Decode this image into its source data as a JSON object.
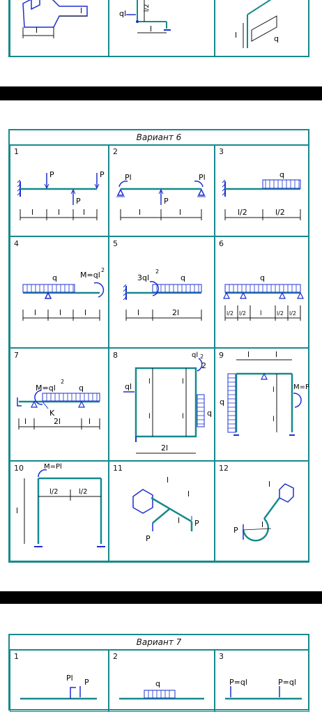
{
  "top_sheet": {
    "labels": {
      "l_a": "l",
      "l_b": "l",
      "ql": "ql",
      "l2": "l/2",
      "l_c": "l",
      "l_d": "l",
      "q": "q"
    }
  },
  "variant6": {
    "title": "Вариант  6",
    "cells": [
      {
        "n": "1",
        "labels": [
          "P",
          "P",
          "P",
          "l",
          "l",
          "l"
        ]
      },
      {
        "n": "2",
        "labels": [
          "Pl",
          "Pl",
          "P",
          "l",
          "l"
        ]
      },
      {
        "n": "3",
        "labels": [
          "q",
          "l/2",
          "l/2"
        ]
      },
      {
        "n": "4",
        "labels": [
          "q",
          "M=ql",
          "2",
          "l",
          "l",
          "l"
        ]
      },
      {
        "n": "5",
        "labels": [
          "3ql",
          "2",
          "q",
          "l",
          "2l"
        ]
      },
      {
        "n": "6",
        "labels": [
          "q",
          "l/2",
          "l/2",
          "l",
          "l/2",
          "l/2"
        ]
      },
      {
        "n": "7",
        "labels": [
          "M=ql",
          "2",
          "q",
          "K",
          "l",
          "2l",
          "l"
        ]
      },
      {
        "n": "8",
        "labels": [
          "ql",
          "2",
          "2",
          "ql",
          "l",
          "l",
          "l",
          "l",
          "q",
          "2l"
        ]
      },
      {
        "n": "9",
        "labels": [
          "l",
          "l",
          "q",
          "M=Pl",
          "l",
          "l"
        ]
      },
      {
        "n": "10",
        "labels": [
          "M=Pl",
          "l/2",
          "l/2",
          "l"
        ]
      },
      {
        "n": "11",
        "labels": [
          "l",
          "l",
          "l",
          "P",
          "P"
        ]
      },
      {
        "n": "12",
        "labels": [
          "l",
          "l",
          "P"
        ]
      }
    ]
  },
  "variant7": {
    "title": "Вариант  7",
    "cells": [
      {
        "n": "1",
        "labels": [
          "Pl",
          "P"
        ]
      },
      {
        "n": "2",
        "labels": [
          "q"
        ]
      },
      {
        "n": "3",
        "labels": [
          "P=ql",
          "P=ql"
        ]
      }
    ]
  }
}
